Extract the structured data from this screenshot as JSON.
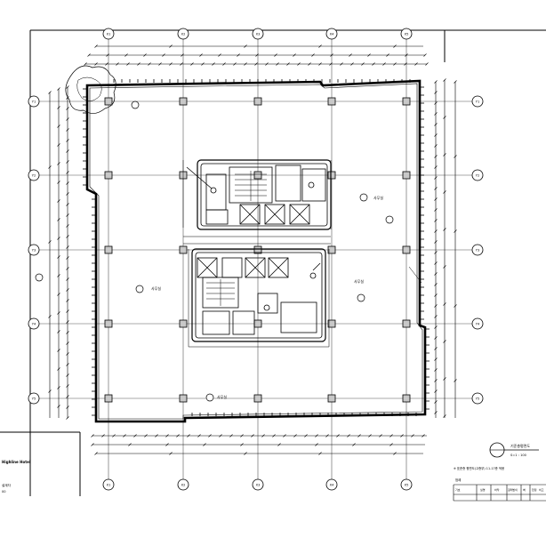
{
  "drawing": {
    "title_block": {
      "project_name": "Highline Hotel",
      "label_a": "설계자",
      "label_b": "00"
    },
    "plan_title": {
      "heading": "기준층평면도",
      "scale": "S=1 : 100",
      "note": "※ 표준층 평면도(고층부) 11-17층 적용"
    },
    "table": {
      "title": "범례",
      "headers": [
        "기호",
        "실명",
        "바닥",
        "걸레받이",
        "벽",
        "천정",
        "비고"
      ]
    },
    "grid_columns": [
      "X1",
      "X2",
      "X3",
      "X4",
      "X5"
    ],
    "grid_rows": [
      "Y1",
      "Y2",
      "Y3",
      "Y4",
      "Y5"
    ],
    "room_tags": [
      "사무실",
      "사무실",
      "사무실",
      "사무실"
    ]
  }
}
